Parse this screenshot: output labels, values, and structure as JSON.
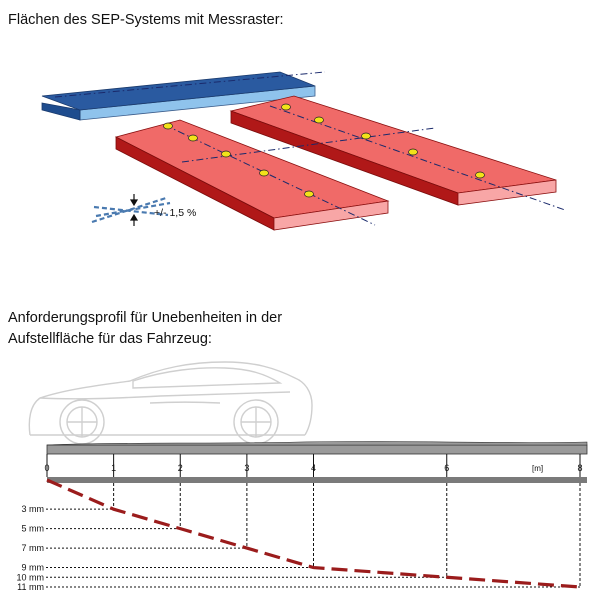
{
  "header": {
    "title": "Flächen des SEP-Systems mit Messraster:"
  },
  "tolerance": {
    "label": "+/- 1,5 %"
  },
  "profile_section": {
    "title_line1": "Anforderungsprofil für Unebenheiten in der",
    "title_line2": "Aufstellfläche für das Fahrzeug:"
  },
  "chart_data": {
    "type": "line",
    "x": [
      0,
      1,
      2,
      3,
      4,
      6,
      8
    ],
    "values": [
      0,
      3,
      5,
      7,
      9,
      10,
      11
    ],
    "x_tick_labels": [
      "0",
      "1",
      "2",
      "3",
      "4",
      "6",
      "8"
    ],
    "x_unit": "[m]",
    "y_tick_labels": [
      "3 mm",
      "5 mm",
      "7 mm",
      "9 mm",
      "10 mm",
      "11 mm"
    ],
    "y_tick_values": [
      3,
      5,
      7,
      9,
      10,
      11
    ],
    "xlim": [
      0,
      8
    ],
    "ylim": [
      0,
      11
    ],
    "series_color": "#9b1c1c"
  },
  "colors": {
    "blue_plate_top": "#2a5aa0",
    "blue_plate_side": "#8fc3ec",
    "red_plate_top": "#f06a68",
    "red_plate_front": "#b01818",
    "red_plate_side": "#f8a6a6",
    "measure_point": "#f2e21a",
    "grid_line": "#1a2a6c"
  }
}
